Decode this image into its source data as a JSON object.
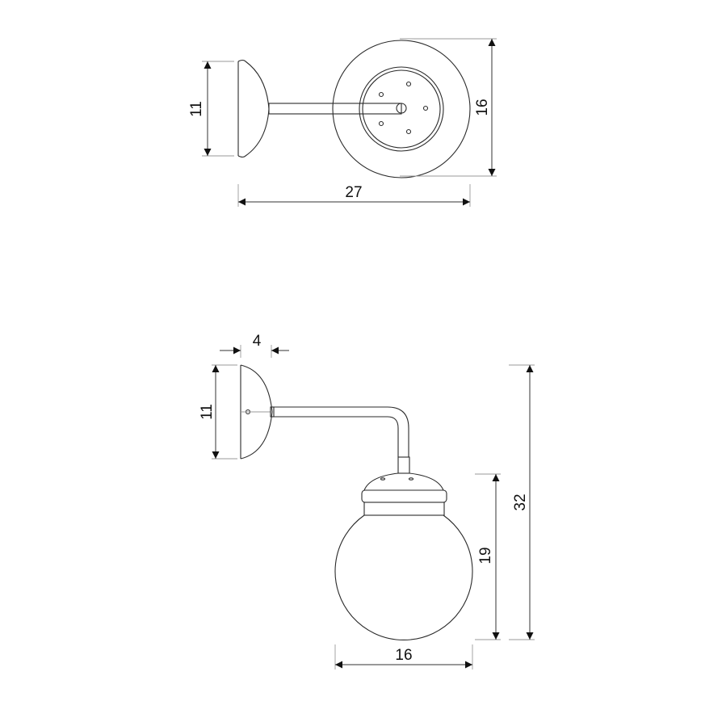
{
  "top_view": {
    "dimensions": {
      "height": "11",
      "diameter": "16",
      "depth": "27"
    }
  },
  "side_view": {
    "dimensions": {
      "plate_depth": "4",
      "plate_height": "11",
      "shade_height": "19",
      "total_height": "32",
      "shade_width": "16"
    }
  },
  "colors": {
    "line": "#2a2a2a",
    "extension": "#9a9a9a"
  }
}
